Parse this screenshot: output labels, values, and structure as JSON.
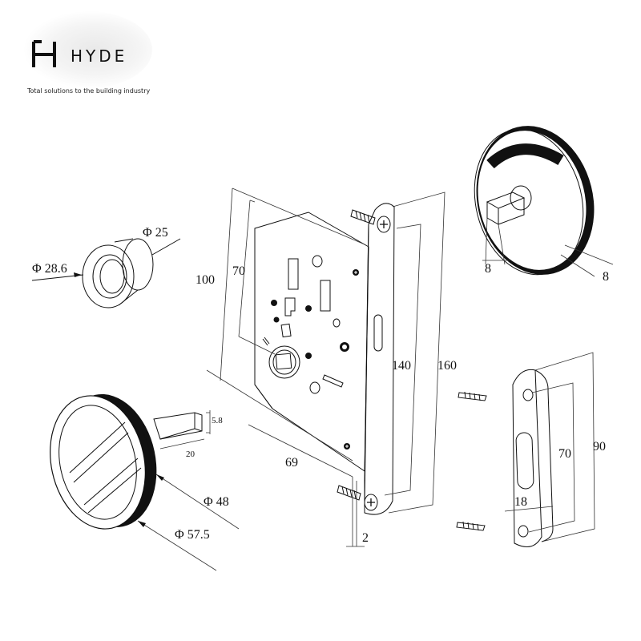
{
  "brand": {
    "name": "HYDE",
    "tagline": "Total solutions to the building industry"
  },
  "dimensions": {
    "rose_inner": "Φ 25",
    "rose_outer": "Φ 28.6",
    "lock_height_100": "100",
    "lock_height_70": "70",
    "lock_width": "69",
    "faceplate_140": "140",
    "faceplate_160": "160",
    "faceplate_thickness": "2",
    "spindle_size": "5.8",
    "spindle_length": "20",
    "handle_inner": "Φ 48",
    "handle_outer": "Φ 57.5",
    "turn_square_a": "8",
    "turn_square_b": "8",
    "strike_height": "90",
    "strike_hole_spacing": "70",
    "strike_width": "18"
  }
}
